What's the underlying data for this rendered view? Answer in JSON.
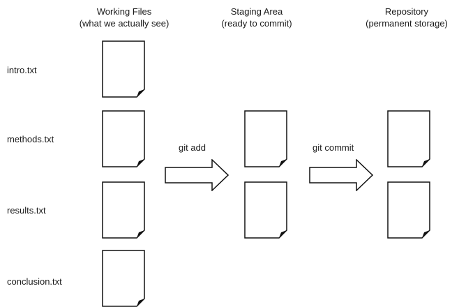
{
  "columns": {
    "working": {
      "title": "Working Files",
      "subtitle": "(what we actually see)"
    },
    "staging": {
      "title": "Staging Area",
      "subtitle": "(ready to commit)"
    },
    "repository": {
      "title": "Repository",
      "subtitle": "(permanent storage)"
    }
  },
  "files": [
    "intro.txt",
    "methods.txt",
    "results.txt",
    "conclusion.txt"
  ],
  "commands": {
    "add": "git add",
    "commit": "git commit"
  }
}
